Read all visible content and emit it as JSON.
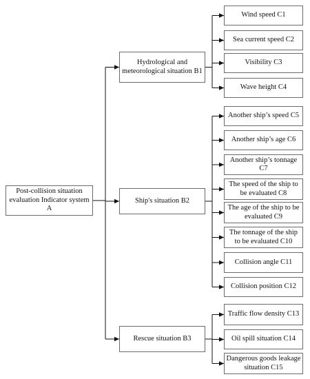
{
  "root": {
    "label": "Post-collision situation evaluation Indicator system A"
  },
  "categories": [
    {
      "id": "b1",
      "label": "Hydrological and meteorological situation B1",
      "indicators": [
        {
          "id": "c1",
          "label": "Wind speed C1"
        },
        {
          "id": "c2",
          "label": "Sea current speed C2"
        },
        {
          "id": "c3",
          "label": "Visibility C3"
        },
        {
          "id": "c4",
          "label": "Wave height C4"
        }
      ]
    },
    {
      "id": "b2",
      "label": "Ship's  situation B2",
      "indicators": [
        {
          "id": "c5",
          "label": "Another ship’s speed C5"
        },
        {
          "id": "c6",
          "label": "Another ship’s age C6"
        },
        {
          "id": "c7",
          "label": "Another ship’s tonnage C7"
        },
        {
          "id": "c8",
          "label": "The speed of the ship to be evaluated C8"
        },
        {
          "id": "c9",
          "label": "The age of the ship to be evaluated C9"
        },
        {
          "id": "c10",
          "label": "The tonnage of the ship to be evaluated C10"
        },
        {
          "id": "c11",
          "label": "Collision angle C11"
        },
        {
          "id": "c12",
          "label": "Collision position C12"
        }
      ]
    },
    {
      "id": "b3",
      "label": "Rescue situation B3",
      "indicators": [
        {
          "id": "c13",
          "label": "Traffic flow density C13"
        },
        {
          "id": "c14",
          "label": "Oil spill situation C14"
        },
        {
          "id": "c15",
          "label": "Dangerous goods leakage situation C15"
        }
      ]
    }
  ]
}
